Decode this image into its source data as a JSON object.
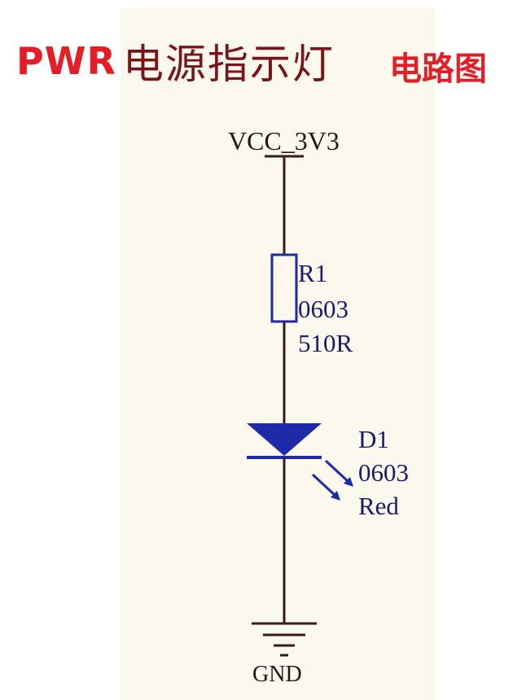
{
  "title": {
    "prefix": "PWR",
    "main": "电源指示灯",
    "suffix": "电路图"
  },
  "labels": {
    "vcc": "VCC_3V3",
    "r1": {
      "designator": "R1",
      "package": "0603",
      "value": "510R"
    },
    "d1": {
      "designator": "D1",
      "package": "0603",
      "color": "Red"
    },
    "gnd": "GND"
  },
  "colors": {
    "title_red": "#e41e26",
    "title_dark_red": "#7a1418",
    "wire": "#3a1a1a",
    "component_blue": "#1f2aa8",
    "background": "#fbf8ee"
  }
}
